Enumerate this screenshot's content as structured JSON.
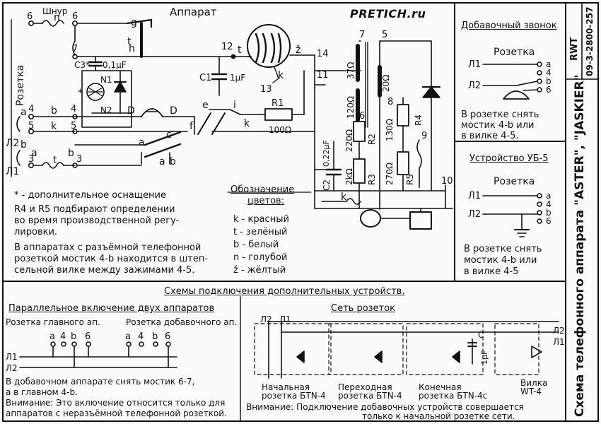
{
  "watermark": "PRETICH.ru",
  "main": {
    "title": "Аппарат",
    "label_cord": "Шнур",
    "label_socket": "Розетка",
    "wire_L1": "Л1",
    "wire_L2": "Л2",
    "terminals": {
      "t6a": "6",
      "t6b": "6",
      "t7": "7",
      "t4a": "4",
      "t4b": "4",
      "t5a": "5",
      "t5b": "5",
      "t3a": "3",
      "t3b": "3",
      "t12": "12",
      "t14": "14",
      "t11": "11",
      "t13": "13",
      "t7b": "7",
      "t5c": "5",
      "t6c": "6",
      "t8": "8",
      "t9": "9",
      "t10": "10"
    },
    "letters": {
      "n": "n",
      "g": "g",
      "h": "h",
      "a": "a",
      "b": "b",
      "b2": "b",
      "k": "k",
      "k2": "k",
      "k3": "k",
      "k4": "k",
      "t": "t",
      "t2": "t",
      "t3": "t",
      "z": "ž",
      "D1": "D",
      "D2": "D",
      "e": "e",
      "f": "f",
      "i": "i",
      "c": "c",
      "a2": "a",
      "b3": "b",
      "a3": "a",
      "b4": "b",
      "o": "a"
    },
    "components": {
      "C3": "C3*",
      "C3v": "0,1μF",
      "N1": "N1",
      "N2": "N2",
      "C1": "C1",
      "C1v": "1μF",
      "R1": "R1",
      "R1v": "100Ω",
      "r37": "37Ω",
      "r20": "20Ω",
      "r120": "120Ω",
      "r220": "220Ω",
      "R2": "R2",
      "r2k": "2kΩ",
      "R3": "R3",
      "r130": "130Ω",
      "R4": "R4",
      "r270": "270Ω",
      "R5": "R5",
      "C2": "C2",
      "C2v": "0,22μF",
      "star": "*"
    },
    "notes": [
      "* - дополнительное оснащение",
      "R4 и R5 подбирают определении",
      "во время производственной регу-",
      "лировки.",
      "В аппаратах с разъёмной телефонной",
      "розеткой мостик 4-b находится в штеп-",
      "сельной вилке между зажимами 4-5."
    ]
  },
  "legend": {
    "title": "Обозначение",
    "subtitle": "цветов:",
    "items": [
      "k - красный",
      "t - зелёный",
      "b - белый",
      "n - голубой",
      "ž - жёлтый"
    ]
  },
  "right_panel": {
    "bell_title": "Добавочный звонок",
    "socket": "Розетка",
    "pins": [
      "a",
      "4",
      "b",
      "6"
    ],
    "note1": [
      "В розетке снять",
      "мостик 4-b или",
      "в вилке 4-5."
    ],
    "ub5_title": "Устройство УБ-5",
    "socket2": "Розетка",
    "pins2": [
      "a",
      "4",
      "b",
      "6"
    ],
    "note2": [
      "В розетке снять",
      "мостик 4-b или",
      "в вилке 4-5"
    ],
    "code1": "RWT",
    "code2": "09-3-2800-257"
  },
  "side_title": "Схема телефонного аппарата \"ASTER\", \"JASKIER\"",
  "bottom": {
    "title": "Схемы подключения дополнительных устройств.",
    "left_title": "Параллельное включение двух аппаратов",
    "sock_main": "Розетка главного ап.",
    "sock_extra": "Розетка добавочного ап.",
    "pins": [
      "a",
      "4",
      "b",
      "6",
      "a",
      "4",
      "b",
      "6"
    ],
    "note": [
      "В добавочном аппарате снять мостик 6-7,",
      "а в главном 4-b.",
      "Внимание: Это включение относится только для",
      "аппаратов с неразъёмной телефонной розеткой."
    ],
    "net_title": "Сеть розеток",
    "outlet1": [
      "Начальная",
      "розетка БТN-4"
    ],
    "outlet2": [
      "Переходная",
      "розетка БТN-4"
    ],
    "outlet3": [
      "Конечная",
      "розетка БТN-4с"
    ],
    "plug": [
      "Вилка",
      "WT-4"
    ],
    "cap": "C",
    "cap_v": "1μF",
    "warning": [
      "Внимание: Подключение добавочных устройств совершается",
      "только к начальной розетке сети."
    ]
  }
}
